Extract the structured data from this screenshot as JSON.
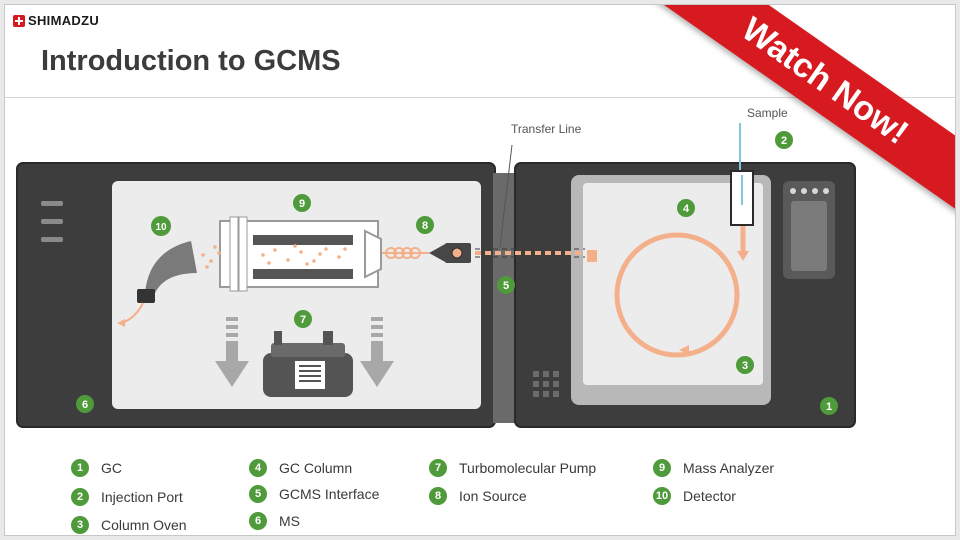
{
  "brand": {
    "logo_text": "SHIMADZU"
  },
  "title": "Introduction to GCMS",
  "banner": {
    "label": "Watch Now!"
  },
  "labels": {
    "transfer_line": "Transfer Line",
    "sample": "Sample"
  },
  "badges": [
    "1",
    "2",
    "3",
    "4",
    "5",
    "6",
    "7",
    "8",
    "9",
    "10"
  ],
  "legend": [
    {
      "num": "1",
      "label": "GC"
    },
    {
      "num": "2",
      "label": "Injection Port"
    },
    {
      "num": "3",
      "label": "Column Oven"
    },
    {
      "num": "4",
      "label": "GC Column"
    },
    {
      "num": "5",
      "label": "GCMS Interface"
    },
    {
      "num": "6",
      "label": "MS"
    },
    {
      "num": "7",
      "label": "Turbomolecular Pump"
    },
    {
      "num": "8",
      "label": "Ion Source"
    },
    {
      "num": "9",
      "label": "Mass Analyzer"
    },
    {
      "num": "10",
      "label": "Detector"
    }
  ],
  "colors": {
    "badge_green": "#4f9a3a",
    "brand_red": "#d71920",
    "panel_dark": "#3d3d3d",
    "panel_border": "#2a2a2a",
    "screen": "#ececec",
    "ion_orange": "#f4b08a",
    "arrow_gray": "#a8a8a8",
    "pump_dark": "#545454",
    "analyzer_dark": "#555555"
  },
  "icons": {
    "detector": "detector-horn-icon",
    "mass_analyzer": "mass-analyzer-quadrupole-icon",
    "pump": "turbomolecular-pump-icon",
    "ion_source": "ion-source-icon",
    "injection": "injection-syringe-icon"
  }
}
